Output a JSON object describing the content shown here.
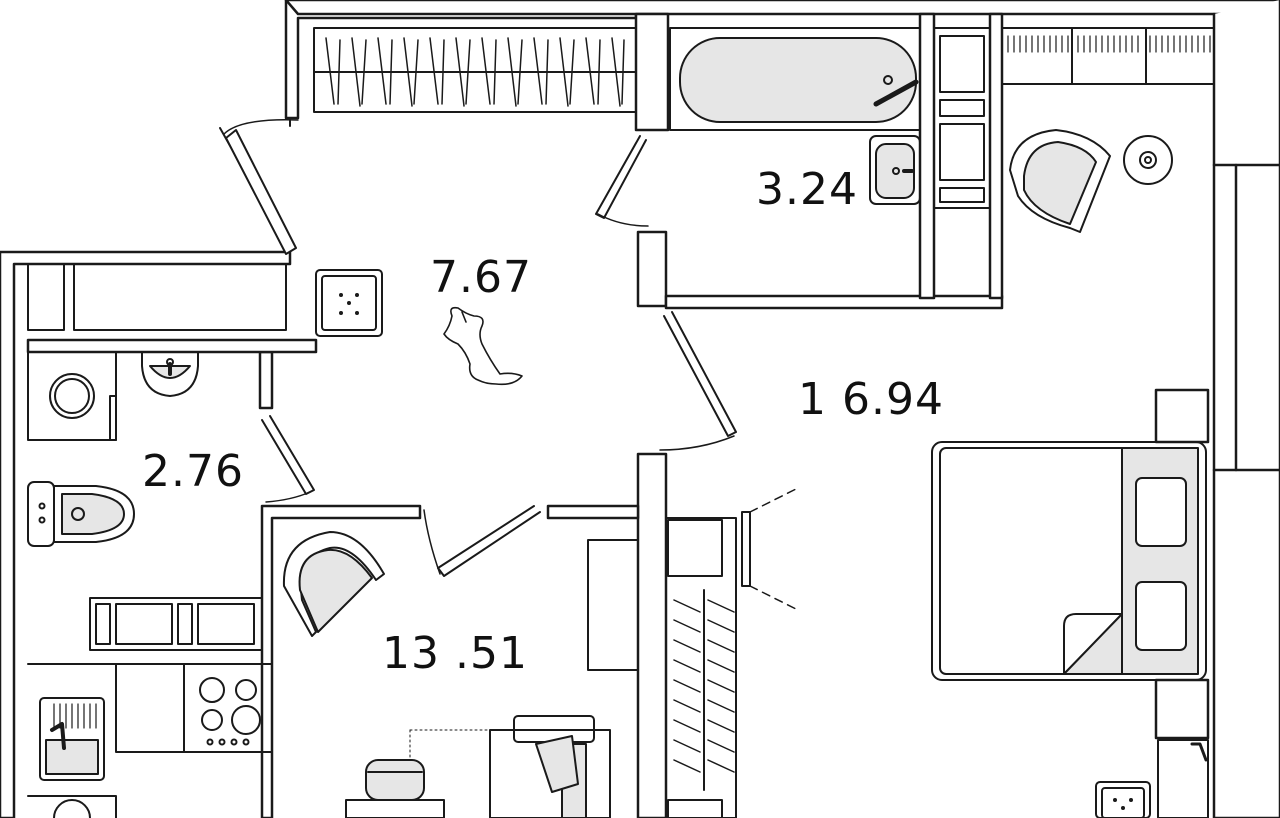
{
  "colors": {
    "wall": "#1a1a1a",
    "line": "#1a1a1a",
    "furniture_fill": "#e6e6e6",
    "background": "#ffffff"
  },
  "rooms": [
    {
      "id": "hall",
      "area": "7.67"
    },
    {
      "id": "bathroom",
      "area": "3.24"
    },
    {
      "id": "bedroom",
      "area": "1 6.94"
    },
    {
      "id": "toilet",
      "area": "2.76"
    },
    {
      "id": "kitchen",
      "area": "13 .51"
    }
  ],
  "icons": [
    "bathtub-icon",
    "sink-icon",
    "toilet-icon",
    "washing-machine-icon",
    "stove-icon",
    "bed-icon",
    "pillow-icon",
    "armchair-icon",
    "table-icon",
    "chair-icon",
    "sofa-icon",
    "wardrobe-icon",
    "dog-icon",
    "floor-lamp-icon",
    "ventilation-shaft-icon",
    "radiator-icon",
    "door-icon"
  ]
}
